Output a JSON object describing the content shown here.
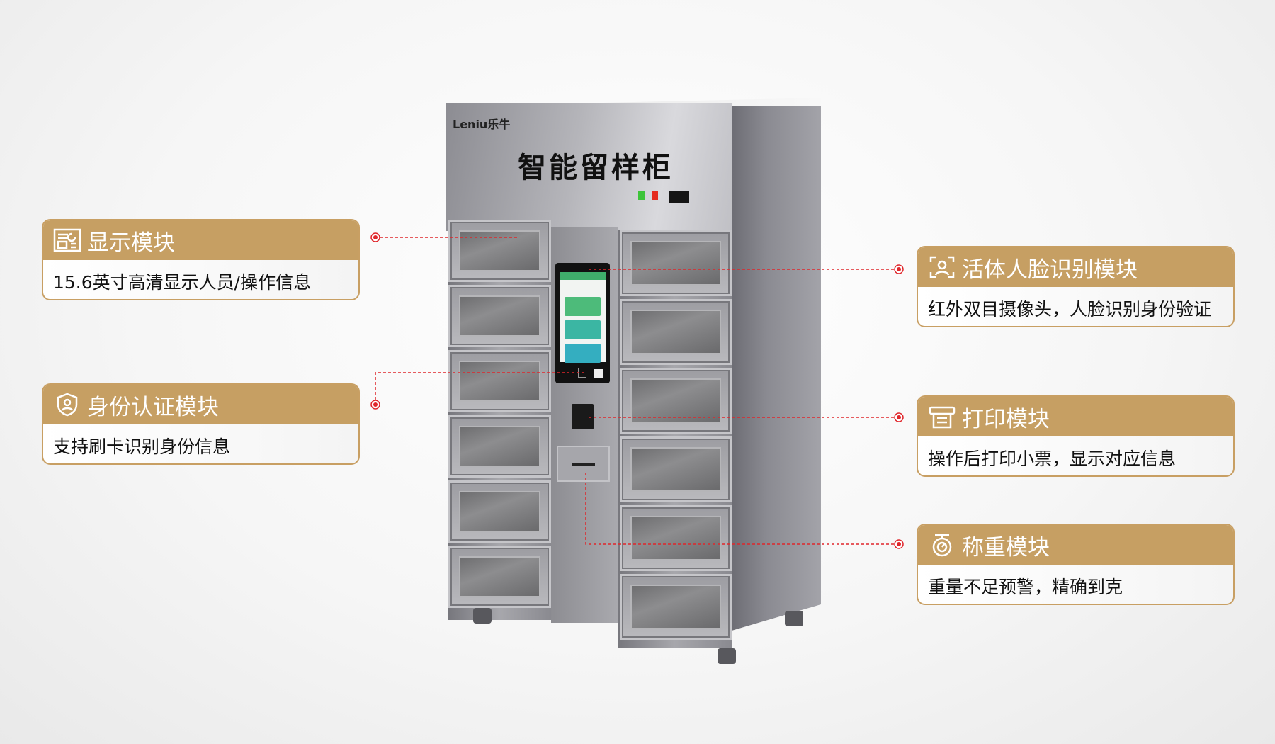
{
  "product": {
    "brand_logo": "Leniu乐牛",
    "cabinet_title": "智能留样柜"
  },
  "features": [
    {
      "title": "显示模块",
      "desc": "15.6英寸高清显示人员/操作信息",
      "icon": "display-dashboard-icon"
    },
    {
      "title": "身份认证模块",
      "desc": "支持刷卡识别身份信息",
      "icon": "shield-user-icon"
    },
    {
      "title": "活体人脸识别模块",
      "desc": "红外双目摄像头，人脸识别身份验证",
      "icon": "face-scan-icon"
    },
    {
      "title": "打印模块",
      "desc": "操作后打印小票，显示对应信息",
      "icon": "printer-icon"
    },
    {
      "title": "称重模块",
      "desc": "重量不足预警，精确到克",
      "icon": "scale-icon"
    }
  ],
  "colors": {
    "accent": "#c69f63",
    "connector": "#e0262b"
  }
}
